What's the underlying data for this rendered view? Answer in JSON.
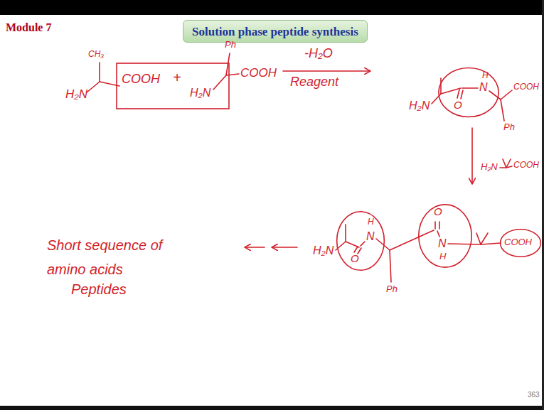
{
  "diagram": {
    "title": "Solution phase peptide synthesis",
    "nodes": [
      {
        "text": [
          "COOH",
          "+",
          "H₂N"
        ]
      },
      {
        "text": [
          "H",
          "N",
          "O"
        ]
      },
      {
        "text": [
          "H",
          "N",
          "O"
        ]
      },
      {
        "text": [
          "O",
          "N",
          "H"
        ]
      },
      {
        "text": [
          "COOH"
        ]
      }
    ],
    "labels": [
      "Module 7",
      "CH₃",
      "Ph",
      "H₂N",
      "COOH",
      "-H₂O",
      "Reagent",
      "H₂N",
      "COOH",
      "Ph",
      "H₂N",
      "COOH",
      "Short sequence of amino acids",
      "Peptides",
      "H₂N",
      "Ph",
      "363"
    ]
  }
}
